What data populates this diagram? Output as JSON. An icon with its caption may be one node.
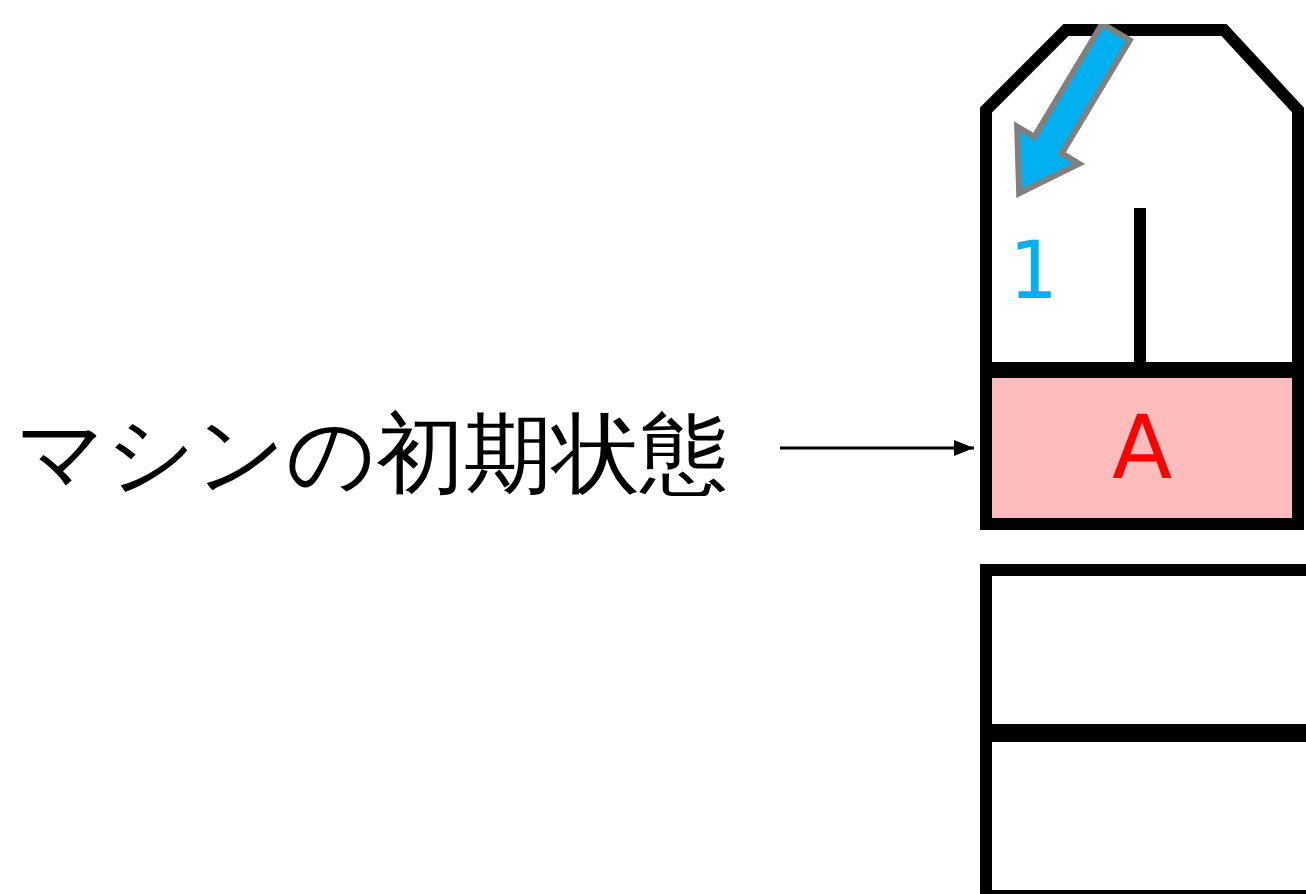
{
  "diagram": {
    "nodes": [
      {
        "text": [
          "1"
        ]
      },
      {
        "text": [
          "A"
        ]
      },
      {
        "text": [
          "マシンの初期状態"
        ]
      },
      {
        "text": [],
        "shape": "box"
      },
      {
        "text": [],
        "shape": "box"
      }
    ],
    "edges": [
      {
        "from": 2,
        "to": 1,
        "arrow": "to"
      }
    ]
  }
}
